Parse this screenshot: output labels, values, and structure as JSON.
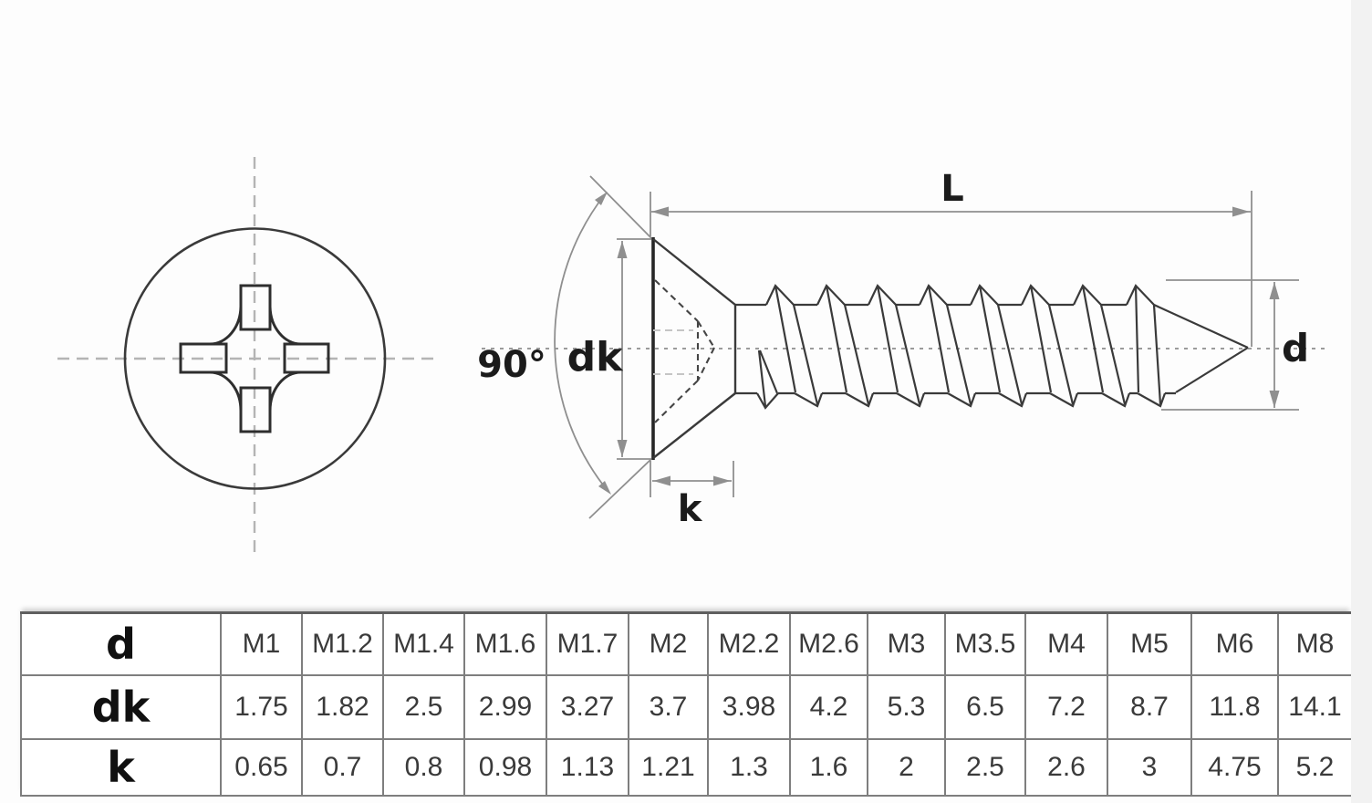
{
  "drawing": {
    "labels": {
      "countersink_angle": "90°",
      "head_diameter": "dk",
      "head_height": "k",
      "total_length": "L",
      "thread_diameter": "d"
    }
  },
  "table": {
    "rows": [
      {
        "label": "d",
        "values": [
          "M1",
          "M1.2",
          "M1.4",
          "M1.6",
          "M1.7",
          "M2",
          "M2.2",
          "M2.6",
          "M3",
          "M3.5",
          "M4",
          "M5",
          "M6",
          "M8"
        ]
      },
      {
        "label": "dk",
        "values": [
          "1.75",
          "1.82",
          "2.5",
          "2.99",
          "3.27",
          "3.7",
          "3.98",
          "4.2",
          "5.3",
          "6.5",
          "7.2",
          "8.7",
          "11.8",
          "14.1"
        ]
      },
      {
        "label": "k",
        "values": [
          "0.65",
          "0.7",
          "0.8",
          "0.98",
          "1.13",
          "1.21",
          "1.3",
          "1.6",
          "2",
          "2.5",
          "2.6",
          "3",
          "4.75",
          "5.2"
        ]
      }
    ]
  },
  "colors": {
    "outline": "#3a3a3a",
    "dimension": "#8f8f8f",
    "label_text": "#1b1b1b",
    "table_border": "#7e7e7e",
    "table_text": "#3a3a3a",
    "background": "#fdfdfd",
    "right_strip": "#f2f2f2"
  }
}
